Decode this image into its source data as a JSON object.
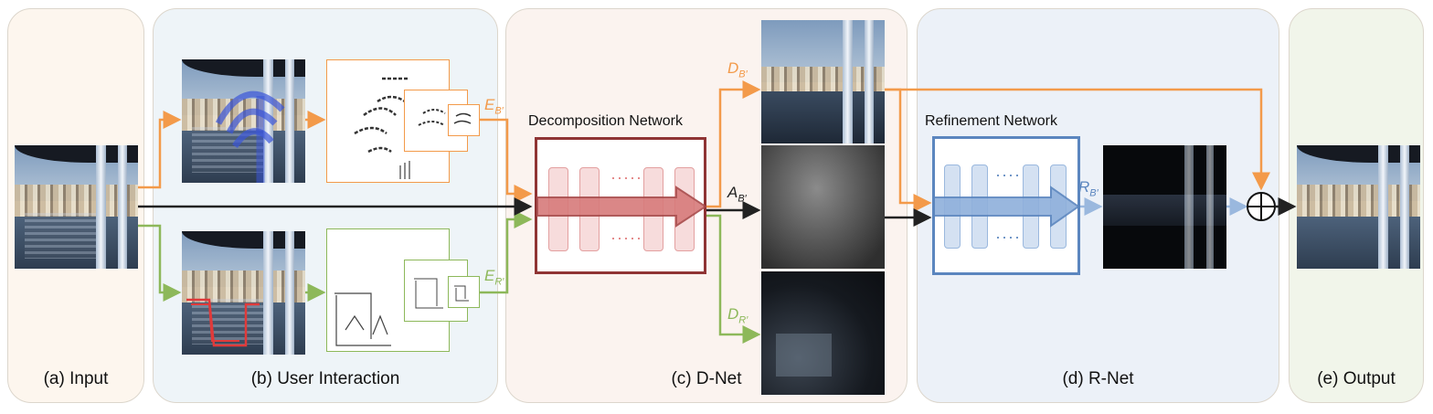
{
  "panels": {
    "input": {
      "label": "(a) Input"
    },
    "user_interaction": {
      "label": "(b) User Interaction"
    },
    "dnet": {
      "label": "(c) D-Net"
    },
    "rnet": {
      "label": "(d) R-Net"
    },
    "output": {
      "label": "(e) Output"
    }
  },
  "dnet_title": "Decomposition Network",
  "rnet_title": "Refinement  Network",
  "labels": {
    "e_b": {
      "main": "E",
      "sub": "B′"
    },
    "e_r": {
      "main": "E",
      "sub": "R′"
    },
    "d_b": {
      "main": "D",
      "sub": "B′"
    },
    "a_b": {
      "main": "A",
      "sub": "B′"
    },
    "d_r": {
      "main": "D",
      "sub": "R′"
    },
    "r_b": {
      "main": "R",
      "sub": "B′"
    }
  },
  "colors": {
    "orange": "#f39a4a",
    "green": "#8db85a",
    "dark_red": "#8f3434",
    "blue": "#5b86bf",
    "light_blue": "#9ab8de",
    "black": "#222222"
  }
}
